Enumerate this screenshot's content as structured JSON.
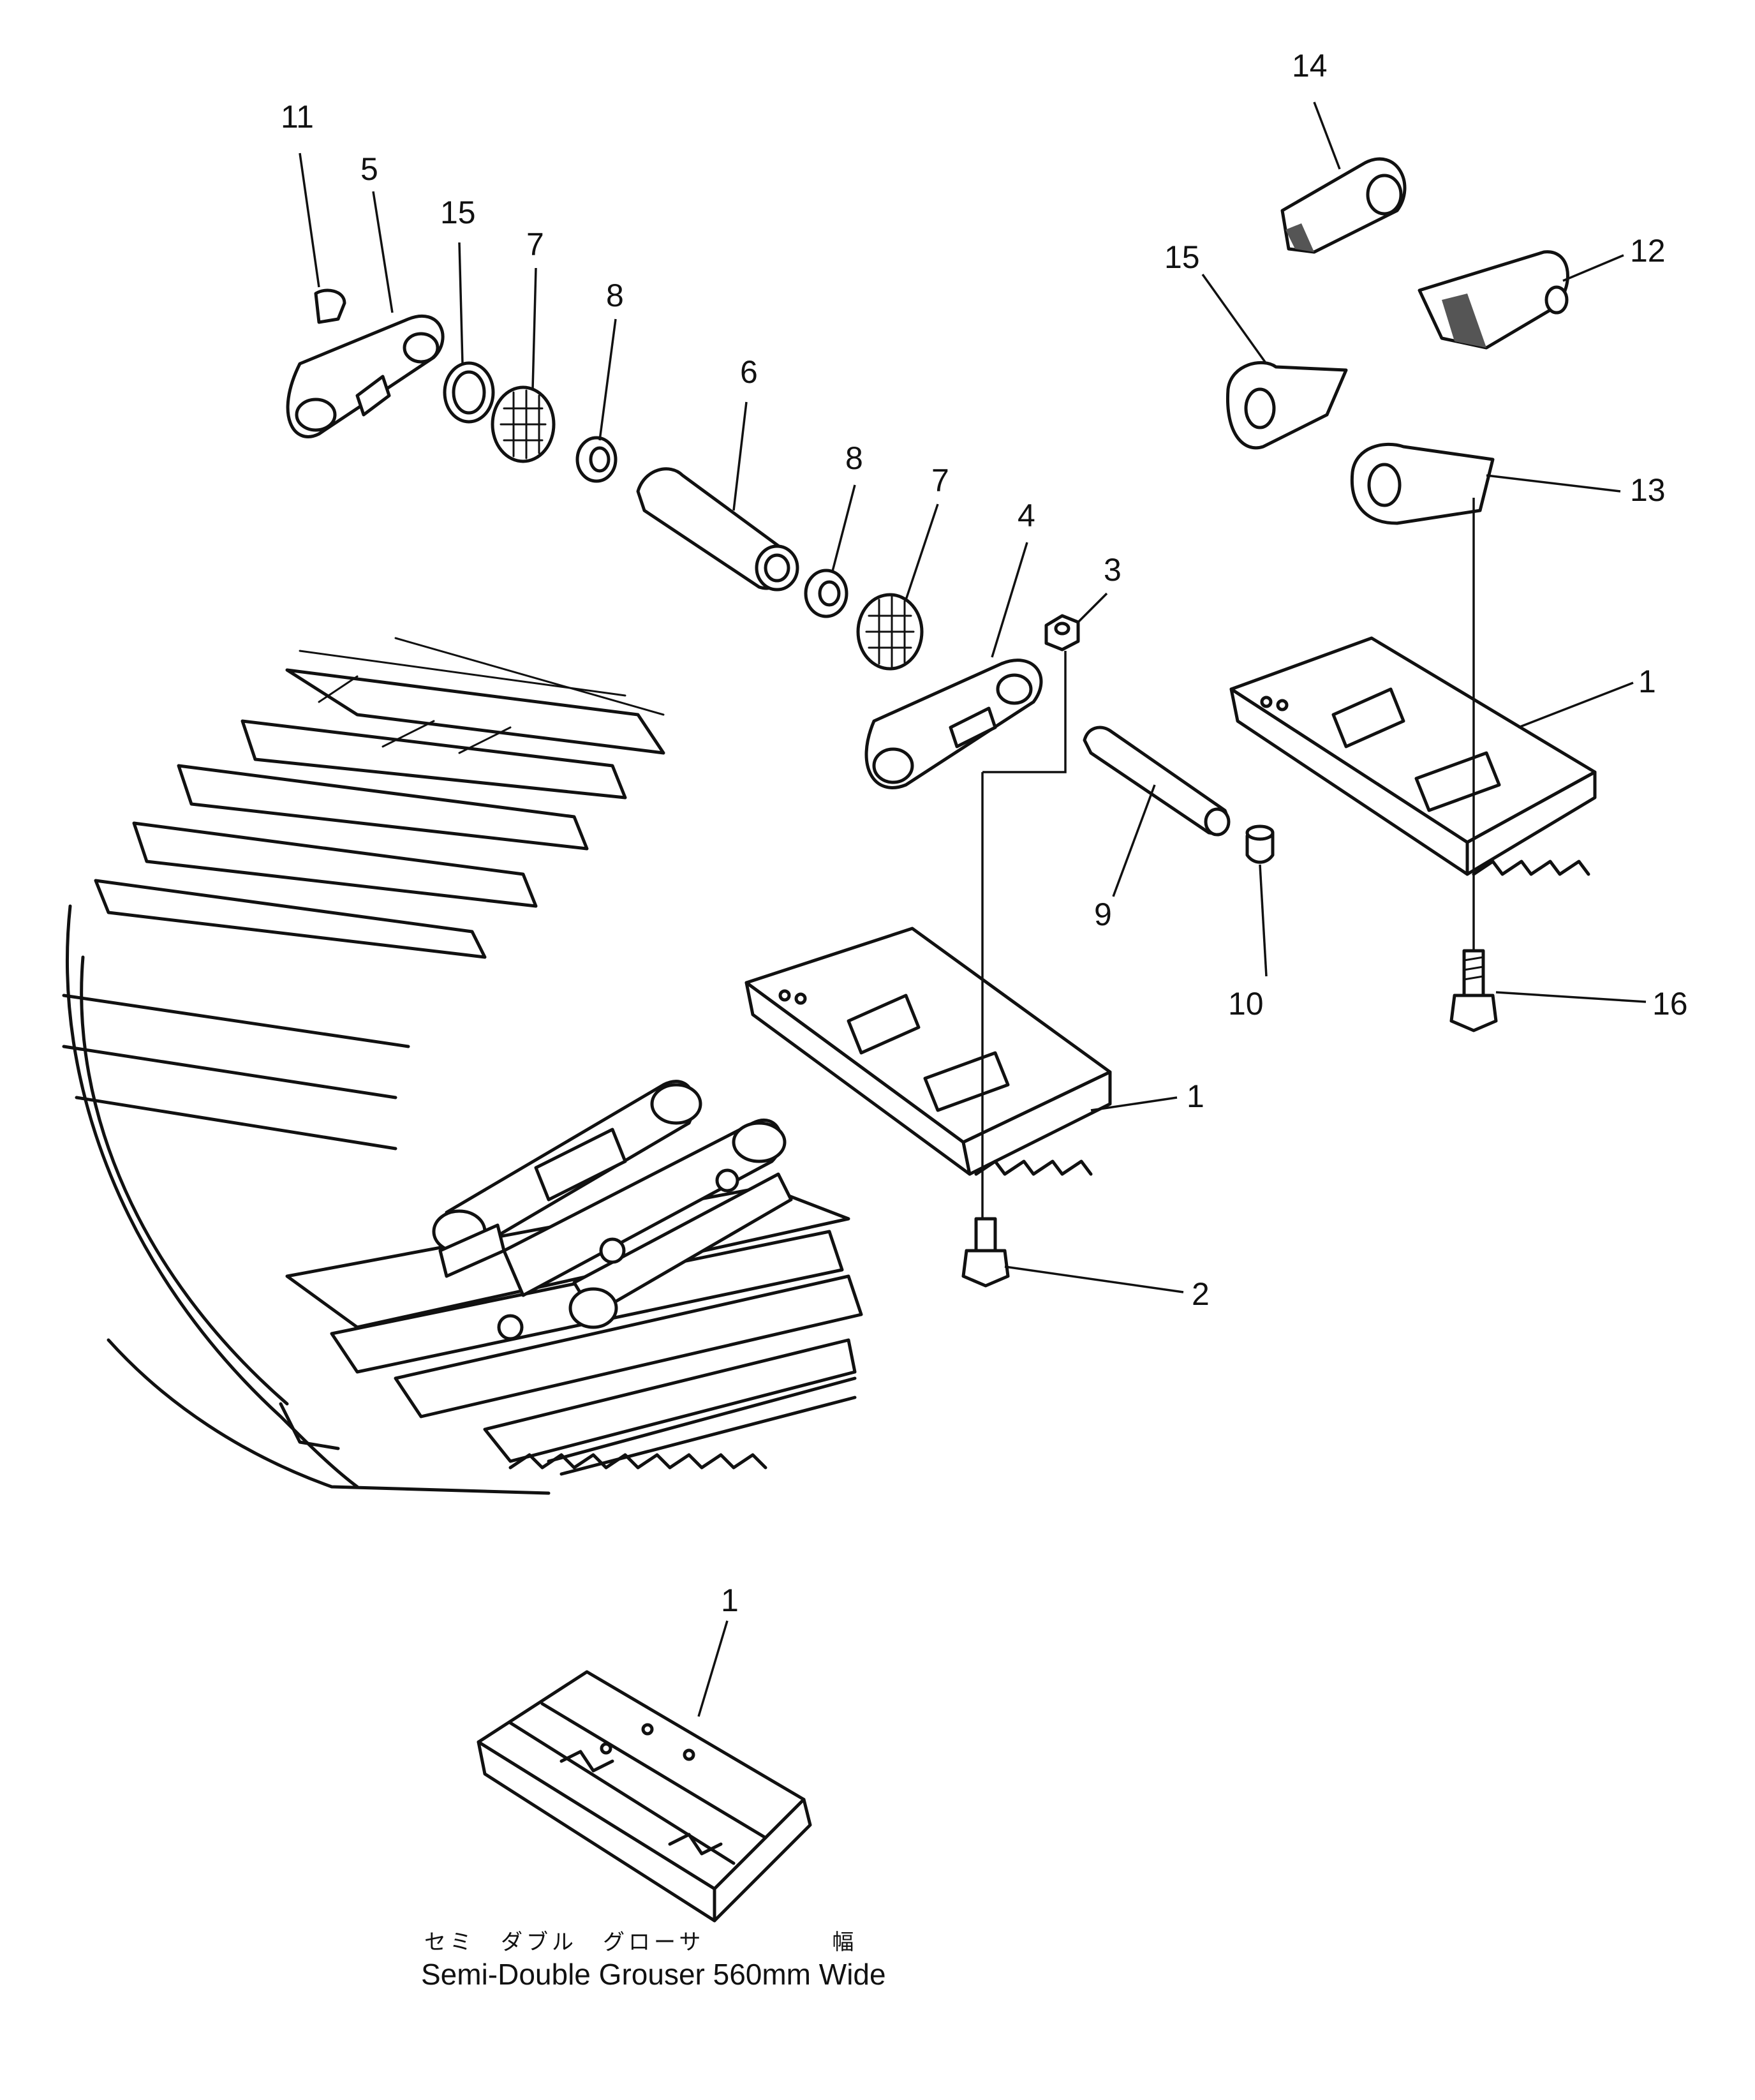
{
  "callouts": {
    "c11": "11",
    "c5": "5",
    "c15a": "15",
    "c7a": "7",
    "c8a": "8",
    "c6": "6",
    "c8b": "8",
    "c7b": "7",
    "c4": "4",
    "c3": "3",
    "c14": "14",
    "c15b": "15",
    "c12": "12",
    "c13": "13",
    "c1a": "1",
    "c9": "9",
    "c10": "10",
    "c16": "16",
    "c1b": "1",
    "c2": "2",
    "c1c": "1"
  },
  "caption": {
    "japanese": "セミ　ダブル　グローサ　　　　　幅",
    "english": "Semi-Double Grouser 560mm Wide"
  }
}
